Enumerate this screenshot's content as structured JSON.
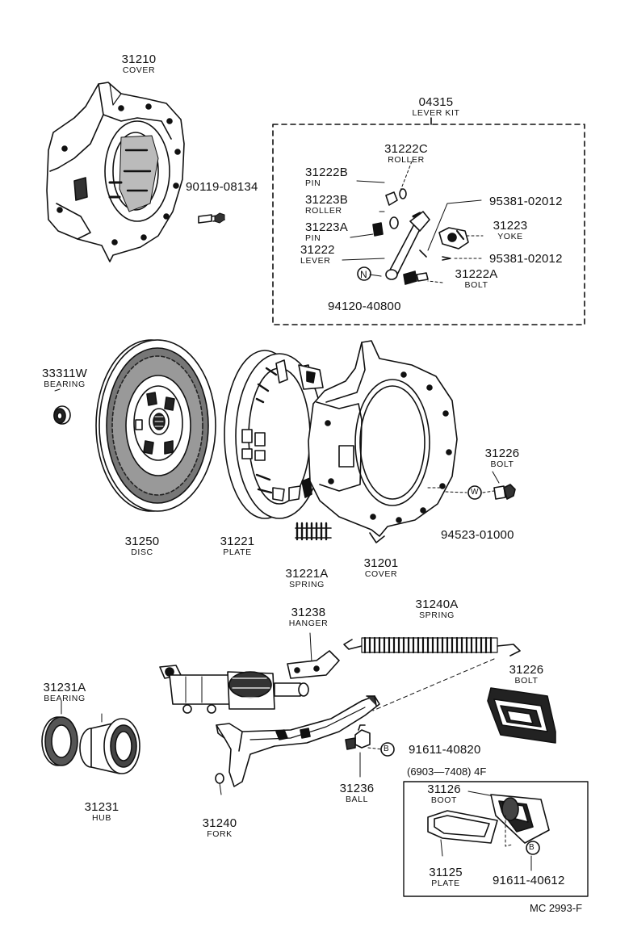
{
  "parts": {
    "cover_top": {
      "number": "31210",
      "name": "COVER"
    },
    "bolt_top": {
      "number": "90119-08134"
    },
    "lever_kit": {
      "number": "04315",
      "name": "LEVER KIT"
    },
    "roller_c": {
      "number": "31222C",
      "name": "ROLLER"
    },
    "pin_b": {
      "number": "31222B",
      "name": "PIN"
    },
    "roller_b": {
      "number": "31223B",
      "name": "ROLLER"
    },
    "pin_a": {
      "number": "31223A",
      "name": "PIN"
    },
    "lever": {
      "number": "31222",
      "name": "LEVER"
    },
    "cotter_1": {
      "number": "95381-02012"
    },
    "yoke": {
      "number": "31223",
      "name": "YOKE"
    },
    "cotter_2": {
      "number": "95381-02012"
    },
    "bolt_lever": {
      "number": "31222A",
      "name": "BOLT"
    },
    "nut": {
      "number": "94120-40800",
      "marker": "N"
    },
    "bearing_pilot": {
      "number": "33311W",
      "name": "BEARING"
    },
    "disc": {
      "number": "31250",
      "name": "DISC"
    },
    "plate": {
      "number": "31221",
      "name": "PLATE"
    },
    "spring_plate": {
      "number": "31221A",
      "name": "SPRING"
    },
    "cover_mid": {
      "number": "31201",
      "name": "COVER"
    },
    "bolt_mid": {
      "number": "31226",
      "name": "BOLT"
    },
    "washer": {
      "number": "94523-01000",
      "marker": "W"
    },
    "hanger": {
      "number": "31238",
      "name": "HANGER"
    },
    "spring_return": {
      "number": "31240A",
      "name": "SPRING"
    },
    "bearing_release": {
      "number": "31231A",
      "name": "BEARING"
    },
    "boot_bolt": {
      "number": "31226",
      "name": "BOLT"
    },
    "bolt_ball": {
      "number": "91611-40820",
      "marker": "B"
    },
    "hub": {
      "number": "31231",
      "name": "HUB"
    },
    "ball": {
      "number": "31236",
      "name": "BALL"
    },
    "fork": {
      "number": "31240",
      "name": "FORK"
    },
    "boot": {
      "number": "31126",
      "name": "BOOT"
    },
    "plate_boot": {
      "number": "31125",
      "name": "PLATE"
    },
    "bolt_boot": {
      "number": "91611-40612",
      "marker": "B"
    }
  },
  "boot_group": {
    "title": "(6903—7408) 4F"
  },
  "figure_code": "MC  2993-F"
}
